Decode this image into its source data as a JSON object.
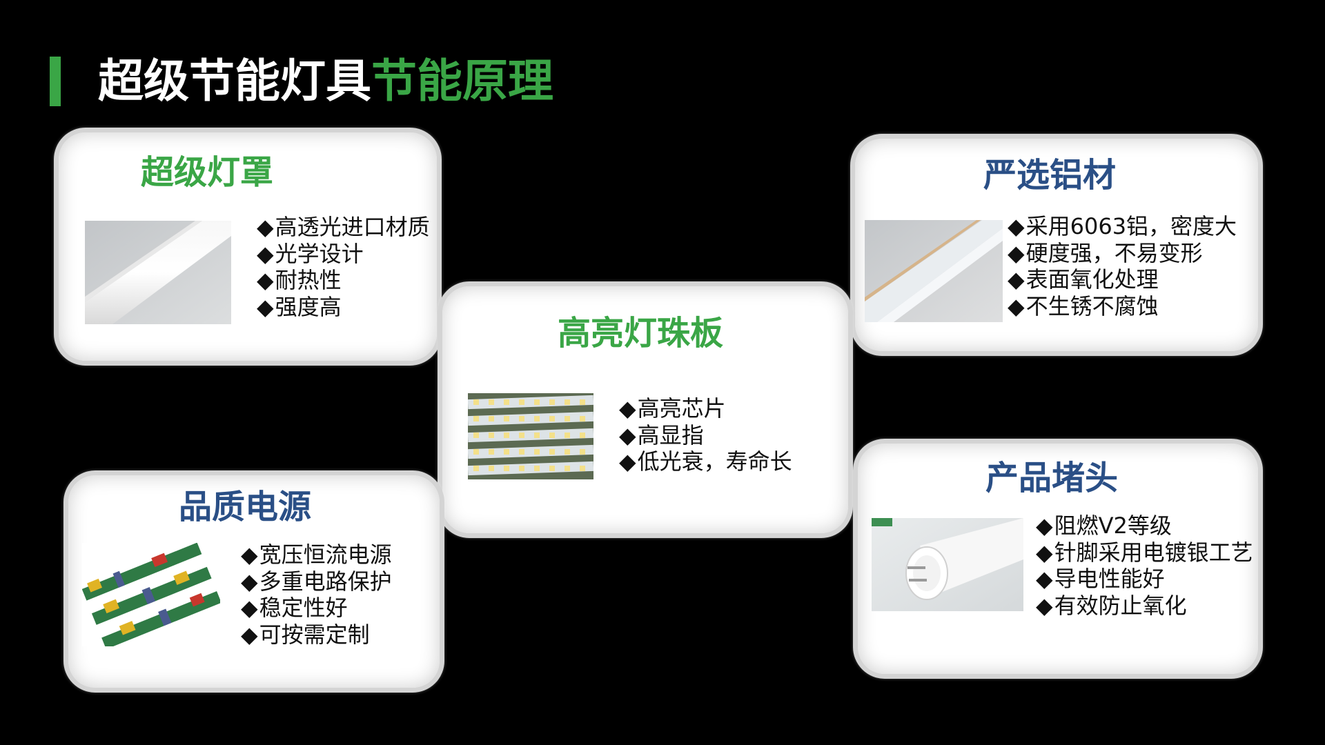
{
  "title": {
    "white": "超级节能灯具",
    "green": "节能原理"
  },
  "colors": {
    "accent_green": "#3aa646",
    "accent_blue": "#2a4f86",
    "background": "#000000"
  },
  "cards": {
    "cover": {
      "title": "超级灯罩",
      "bullets": [
        "高透光进口材质",
        "光学设计",
        "耐热性",
        "强度高"
      ],
      "image_icon": "led-tube-cover-image"
    },
    "aluminum": {
      "title": "严选铝材",
      "bullets": [
        "采用6063铝，密度大",
        "硬度强，不易变形",
        "表面氧化处理",
        "不生锈不腐蚀"
      ],
      "image_icon": "aluminum-profile-image"
    },
    "led_board": {
      "title": "高亮灯珠板",
      "bullets": [
        "高亮芯片",
        "高显指",
        "低光衰，寿命长"
      ],
      "image_icon": "led-strip-board-image"
    },
    "power": {
      "title": "品质电源",
      "bullets": [
        "宽压恒流电源",
        "多重电路保护",
        "稳定性好",
        "可按需定制"
      ],
      "image_icon": "power-driver-board-image"
    },
    "endcap": {
      "title": "产品堵头",
      "bullets": [
        "阻燃V2等级",
        "针脚采用电镀银工艺",
        "导电性能好",
        "有效防止氧化"
      ],
      "image_icon": "tube-end-cap-image"
    }
  }
}
